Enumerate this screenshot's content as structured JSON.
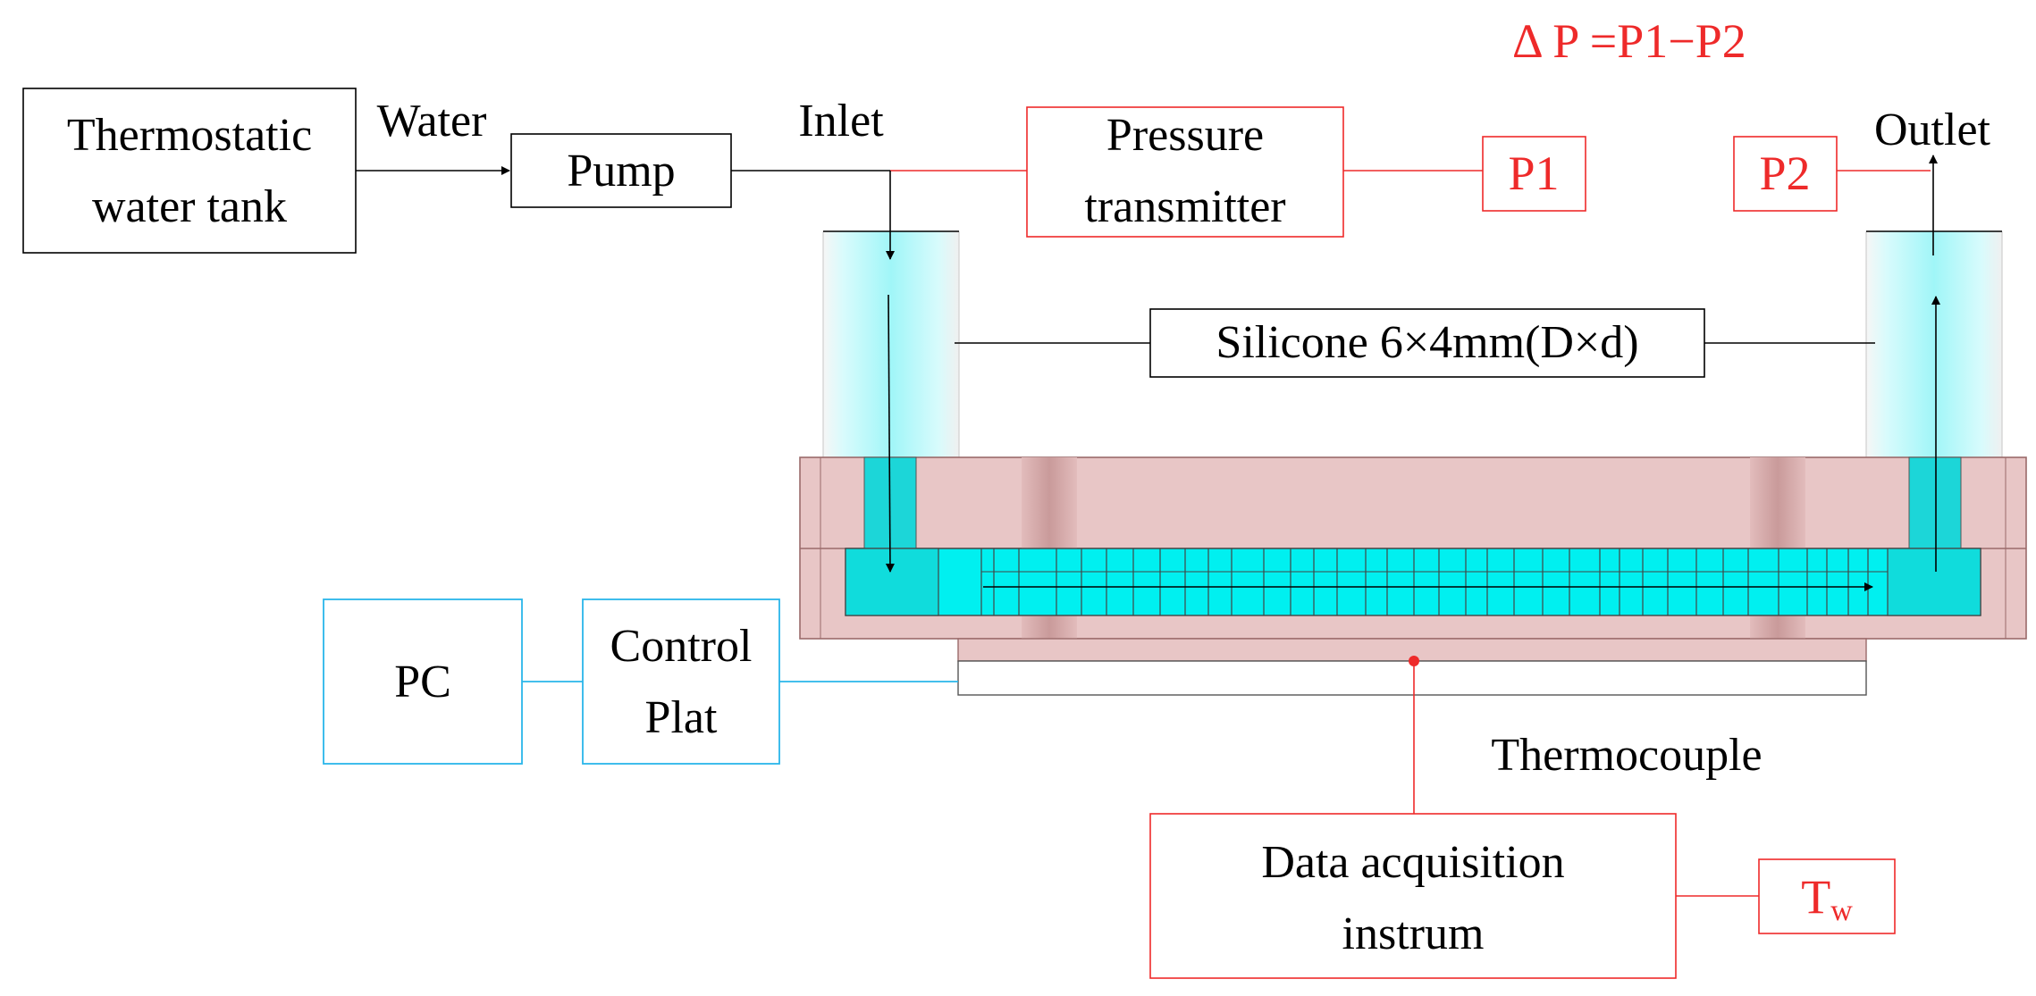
{
  "labels": {
    "formula": "Δ P =P1−P2",
    "tank_line1": "Thermostatic",
    "tank_line2": "water tank",
    "water": "Water",
    "pump": "Pump",
    "inlet": "Inlet",
    "pressure_line1": "Pressure",
    "pressure_line2": "transmitter",
    "p1": "P1",
    "p2": "P2",
    "outlet": "Outlet",
    "silicone": "Silicone 6×4mm(D×d)",
    "pc": "PC",
    "control_line1": "Control",
    "control_line2": "Plat",
    "thermocouple": "Thermocouple",
    "daq_line1": "Data acquisition",
    "daq_line2": "instrum",
    "tw_main": "T",
    "tw_sub": "w"
  },
  "colors": {
    "signal_red": "#ee2a2a",
    "control_blue": "#2ab6ea",
    "block_pink": "#e8c6c6",
    "block_border": "#9a6a6a",
    "water_cyan": "#00f0f0",
    "tube_cyan": "#a8f6f8",
    "line_black": "#000000"
  }
}
